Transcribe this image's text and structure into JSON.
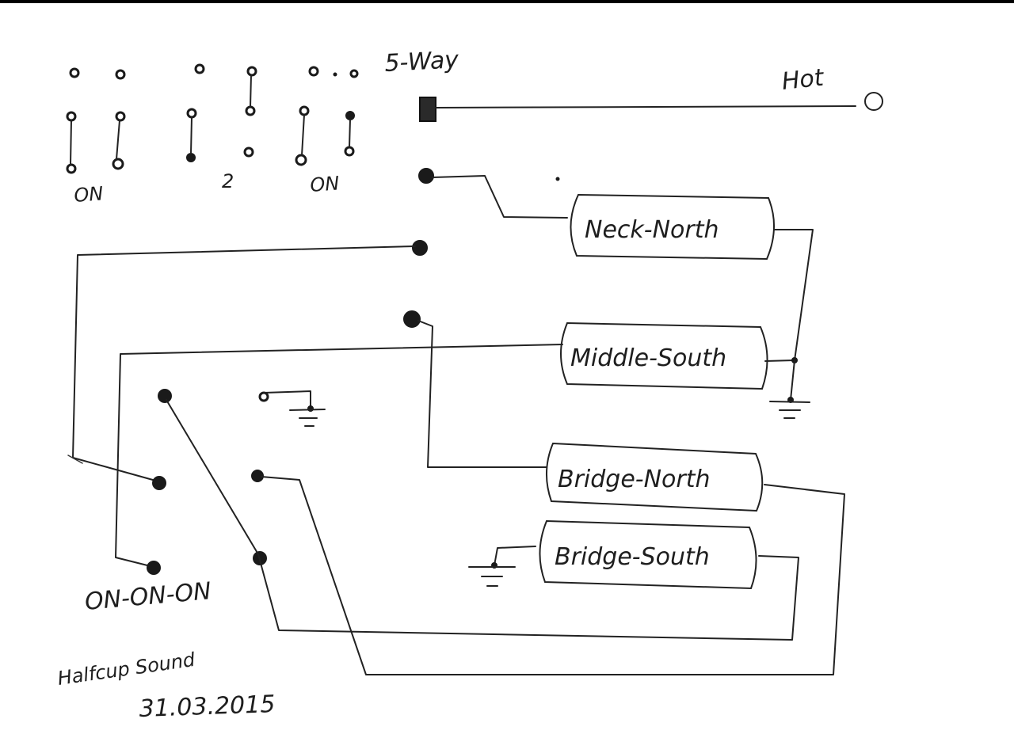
{
  "labels": {
    "five_way": "5-Way",
    "hot": "Hot",
    "on_left": "ON",
    "two": "2",
    "on_right": "ON",
    "on_on_on": "ON-ON-ON",
    "signature": "Halfcup Sound",
    "date": "31.03.2015"
  },
  "pickups": {
    "neck_north": "Neck-North",
    "middle_south": "Middle-South",
    "bridge_north": "Bridge-North",
    "bridge_south": "Bridge-South"
  },
  "colors": {
    "ink": "#1e1e1e",
    "paper": "#ffffff"
  }
}
